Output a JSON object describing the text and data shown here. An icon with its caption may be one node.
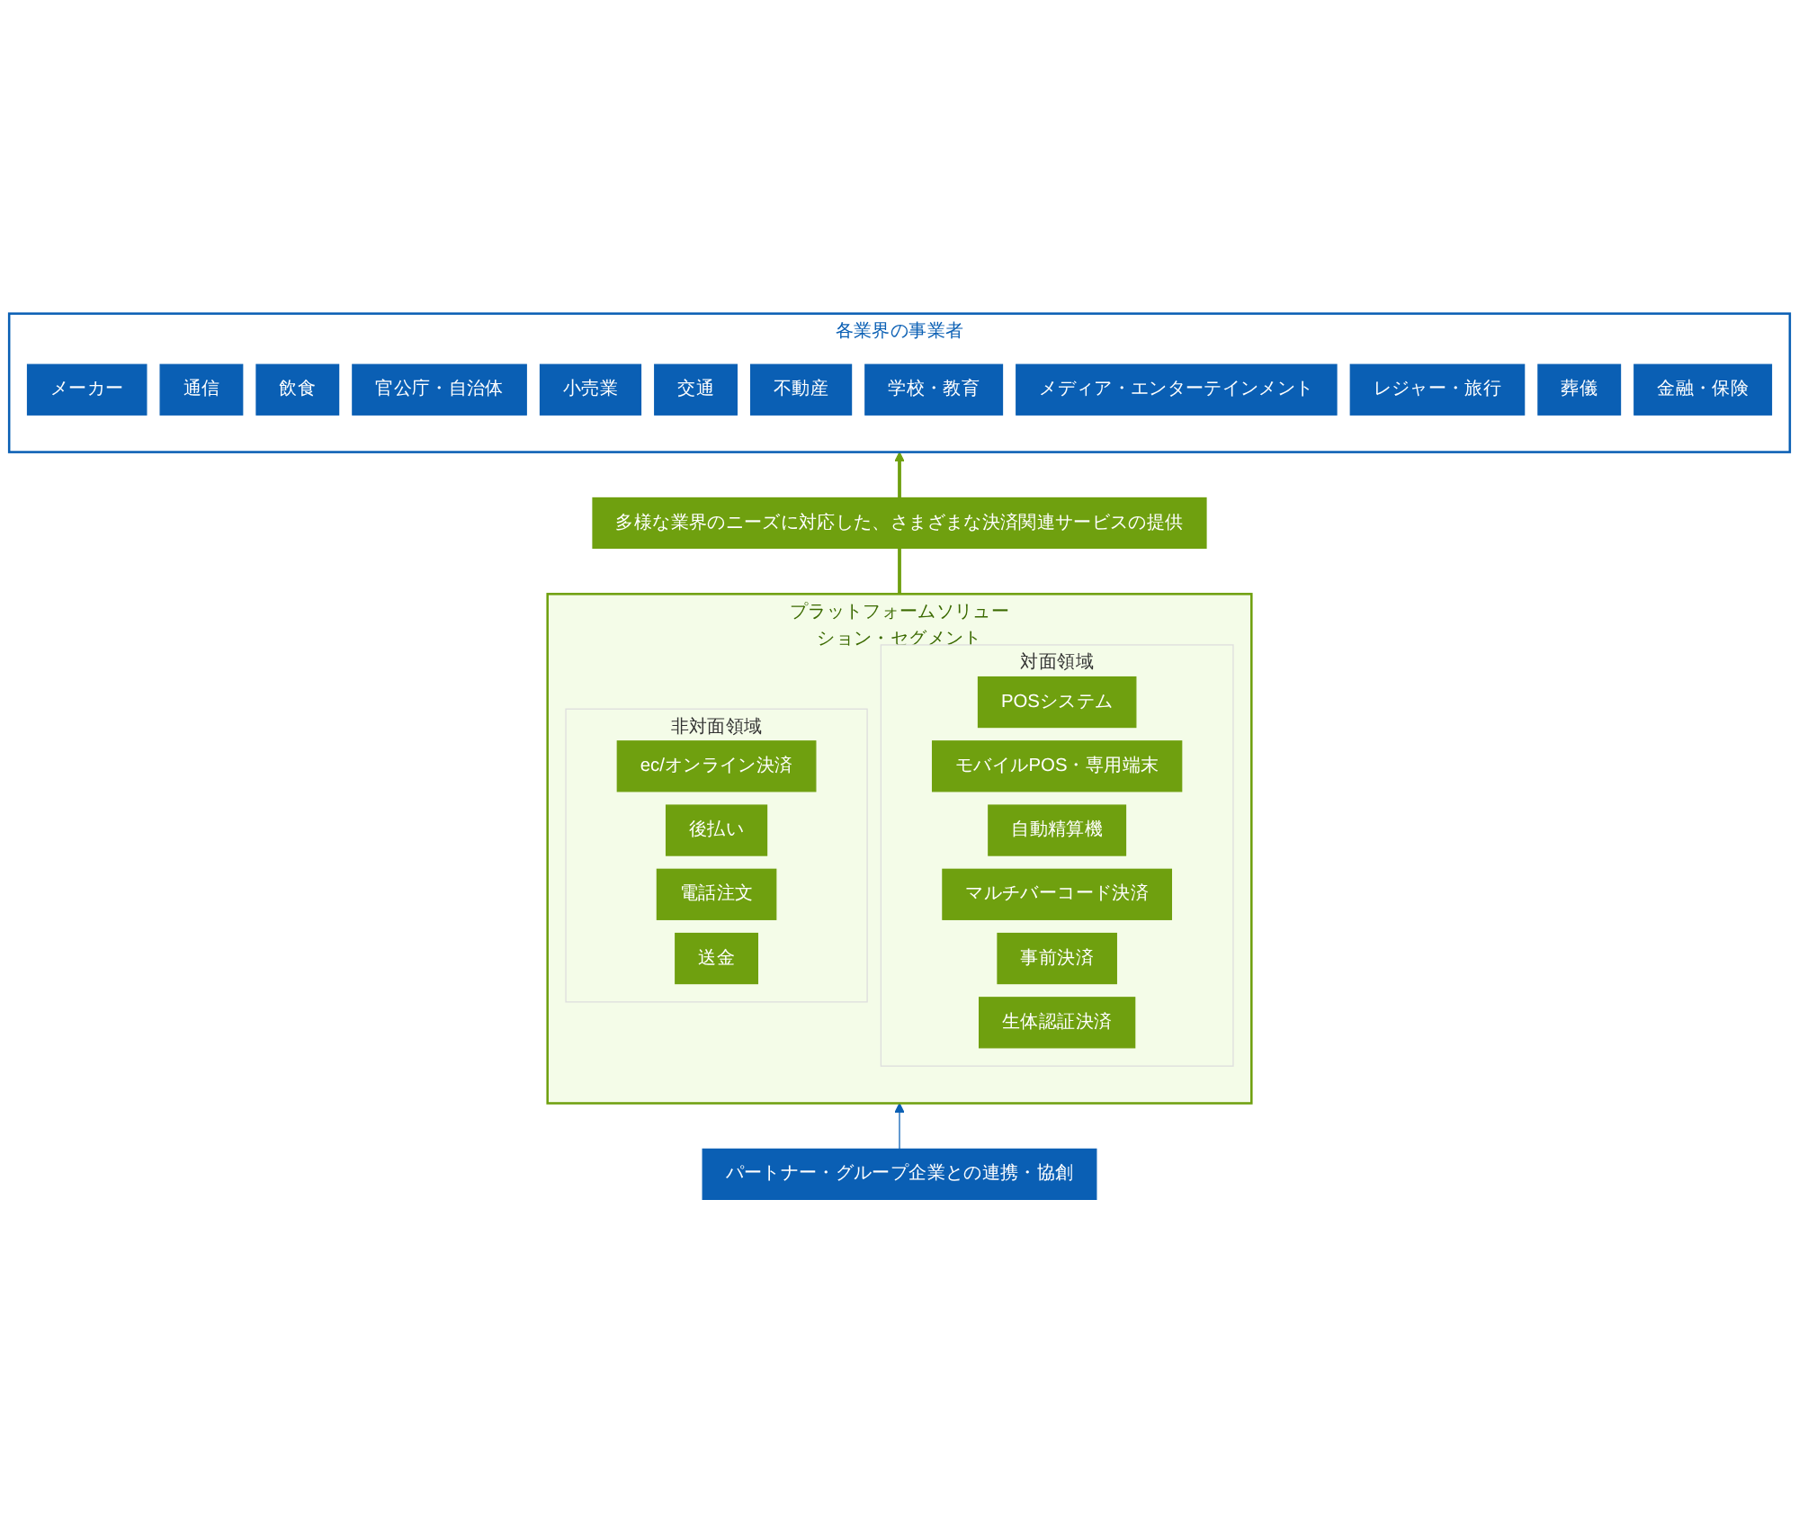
{
  "diagram": {
    "nodes": [
      {
        "text": [
          "各業界の事業者"
        ]
      },
      {
        "text": [
          "メーカー"
        ],
        "in": 0
      },
      {
        "text": [
          "通信"
        ],
        "in": 0
      },
      {
        "text": [
          "飲食"
        ],
        "in": 0
      },
      {
        "text": [
          "官公庁・自治体"
        ],
        "in": 0
      },
      {
        "text": [
          "小売業"
        ],
        "in": 0
      },
      {
        "text": [
          "交通"
        ],
        "in": 0
      },
      {
        "text": [
          "不動産"
        ],
        "in": 0
      },
      {
        "text": [
          "学校・教育"
        ],
        "in": 0
      },
      {
        "text": [
          "メディア・エンターテインメント"
        ],
        "in": 0
      },
      {
        "text": [
          "レジャー・旅行"
        ],
        "in": 0
      },
      {
        "text": [
          "葬儀"
        ],
        "in": 0
      },
      {
        "text": [
          "金融・保険"
        ],
        "in": 0
      },
      {
        "text": [
          "多様な業界のニーズに対応した、さまざまな決済関連サービスの提供"
        ]
      },
      {
        "text": [
          "プラットフォームソリューション・セグメント"
        ]
      },
      {
        "text": [
          "非対面領域"
        ],
        "in": 14
      },
      {
        "text": [
          "ec/オンライン決済"
        ],
        "in": 15
      },
      {
        "text": [
          "後払い"
        ],
        "in": 15
      },
      {
        "text": [
          "電話注文"
        ],
        "in": 15
      },
      {
        "text": [
          "送金"
        ],
        "in": 15
      },
      {
        "text": [
          "対面領域"
        ],
        "in": 14
      },
      {
        "text": [
          "POSシステム"
        ],
        "in": 20
      },
      {
        "text": [
          "モバイルPOS・専用端末"
        ],
        "in": 20
      },
      {
        "text": [
          "自動精算機"
        ],
        "in": 20
      },
      {
        "text": [
          "マルチバーコード決済"
        ],
        "in": 20
      },
      {
        "text": [
          "事前決済"
        ],
        "in": 20
      },
      {
        "text": [
          "生体認証決済"
        ],
        "in": 20
      },
      {
        "text": [
          "パートナー・グループ企業との連携・協創"
        ]
      }
    ],
    "edges": [
      {
        "from": 14,
        "to": 13,
        "arrow": "none"
      },
      {
        "from": 13,
        "to": 0,
        "arrow": "to"
      },
      {
        "from": 27,
        "to": 14,
        "arrow": "to",
        "color": "#0a5fb4"
      }
    ]
  }
}
